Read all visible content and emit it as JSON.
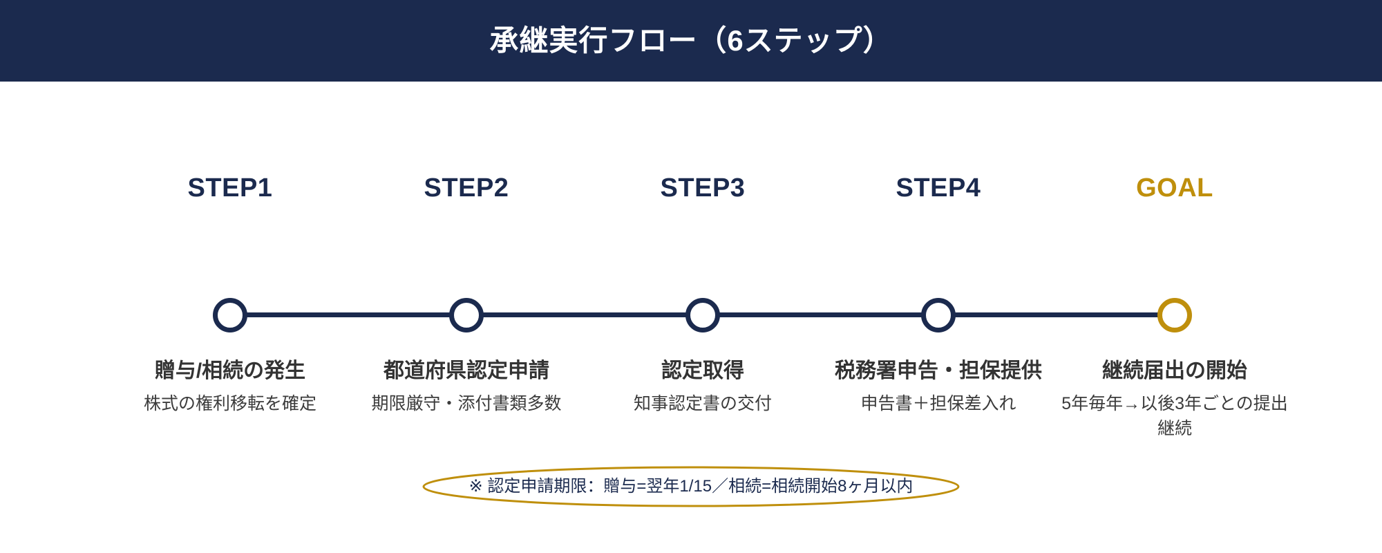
{
  "header": {
    "title": "承継実行フロー（6ステップ）",
    "background_color": "#1b2a4e",
    "text_color": "#ffffff"
  },
  "theme": {
    "navy": "#1b2a4e",
    "gold": "#bf8f0c",
    "body_text": "#333333",
    "page_background": "#ffffff"
  },
  "flow": {
    "connector_color": "#1b2a4e",
    "steps": [
      {
        "kicker": "STEP1",
        "title": "贈与/相続の発生",
        "desc": "株式の権利移転を確定",
        "accent": "#1b2a4e",
        "is_goal": false
      },
      {
        "kicker": "STEP2",
        "title": "都道府県認定申請",
        "desc": "期限厳守・添付書類多数",
        "accent": "#1b2a4e",
        "is_goal": false
      },
      {
        "kicker": "STEP3",
        "title": "認定取得",
        "desc": "知事認定書の交付",
        "accent": "#1b2a4e",
        "is_goal": false
      },
      {
        "kicker": "STEP4",
        "title": "税務署申告・担保提供",
        "desc": "申告書＋担保差入れ",
        "accent": "#1b2a4e",
        "is_goal": false
      },
      {
        "kicker": "GOAL",
        "title": "継続届出の開始",
        "desc": "5年毎年→以後3年ごとの提出継続",
        "accent": "#bf8f0c",
        "is_goal": true
      }
    ]
  },
  "footnote": {
    "text": "※ 認定申請期限：贈与=翌年1/15／相続=相続開始8ヶ月以内",
    "outline_color": "#bf8f0c",
    "text_color": "#1b2a4e"
  }
}
